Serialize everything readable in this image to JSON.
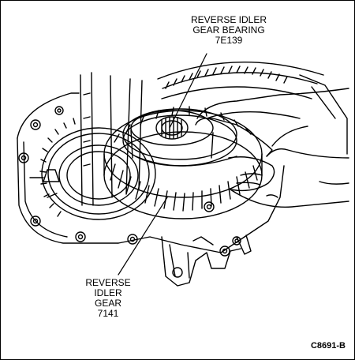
{
  "callouts": {
    "bearing": {
      "lines": [
        "REVERSE IDLER",
        "GEAR BEARING",
        "7E139"
      ]
    },
    "gear": {
      "lines": [
        "REVERSE",
        "IDLER",
        "GEAR",
        "7141"
      ]
    }
  },
  "figure_id": "C8691-B",
  "colors": {
    "ink": "#000000",
    "paper": "#ffffff"
  }
}
